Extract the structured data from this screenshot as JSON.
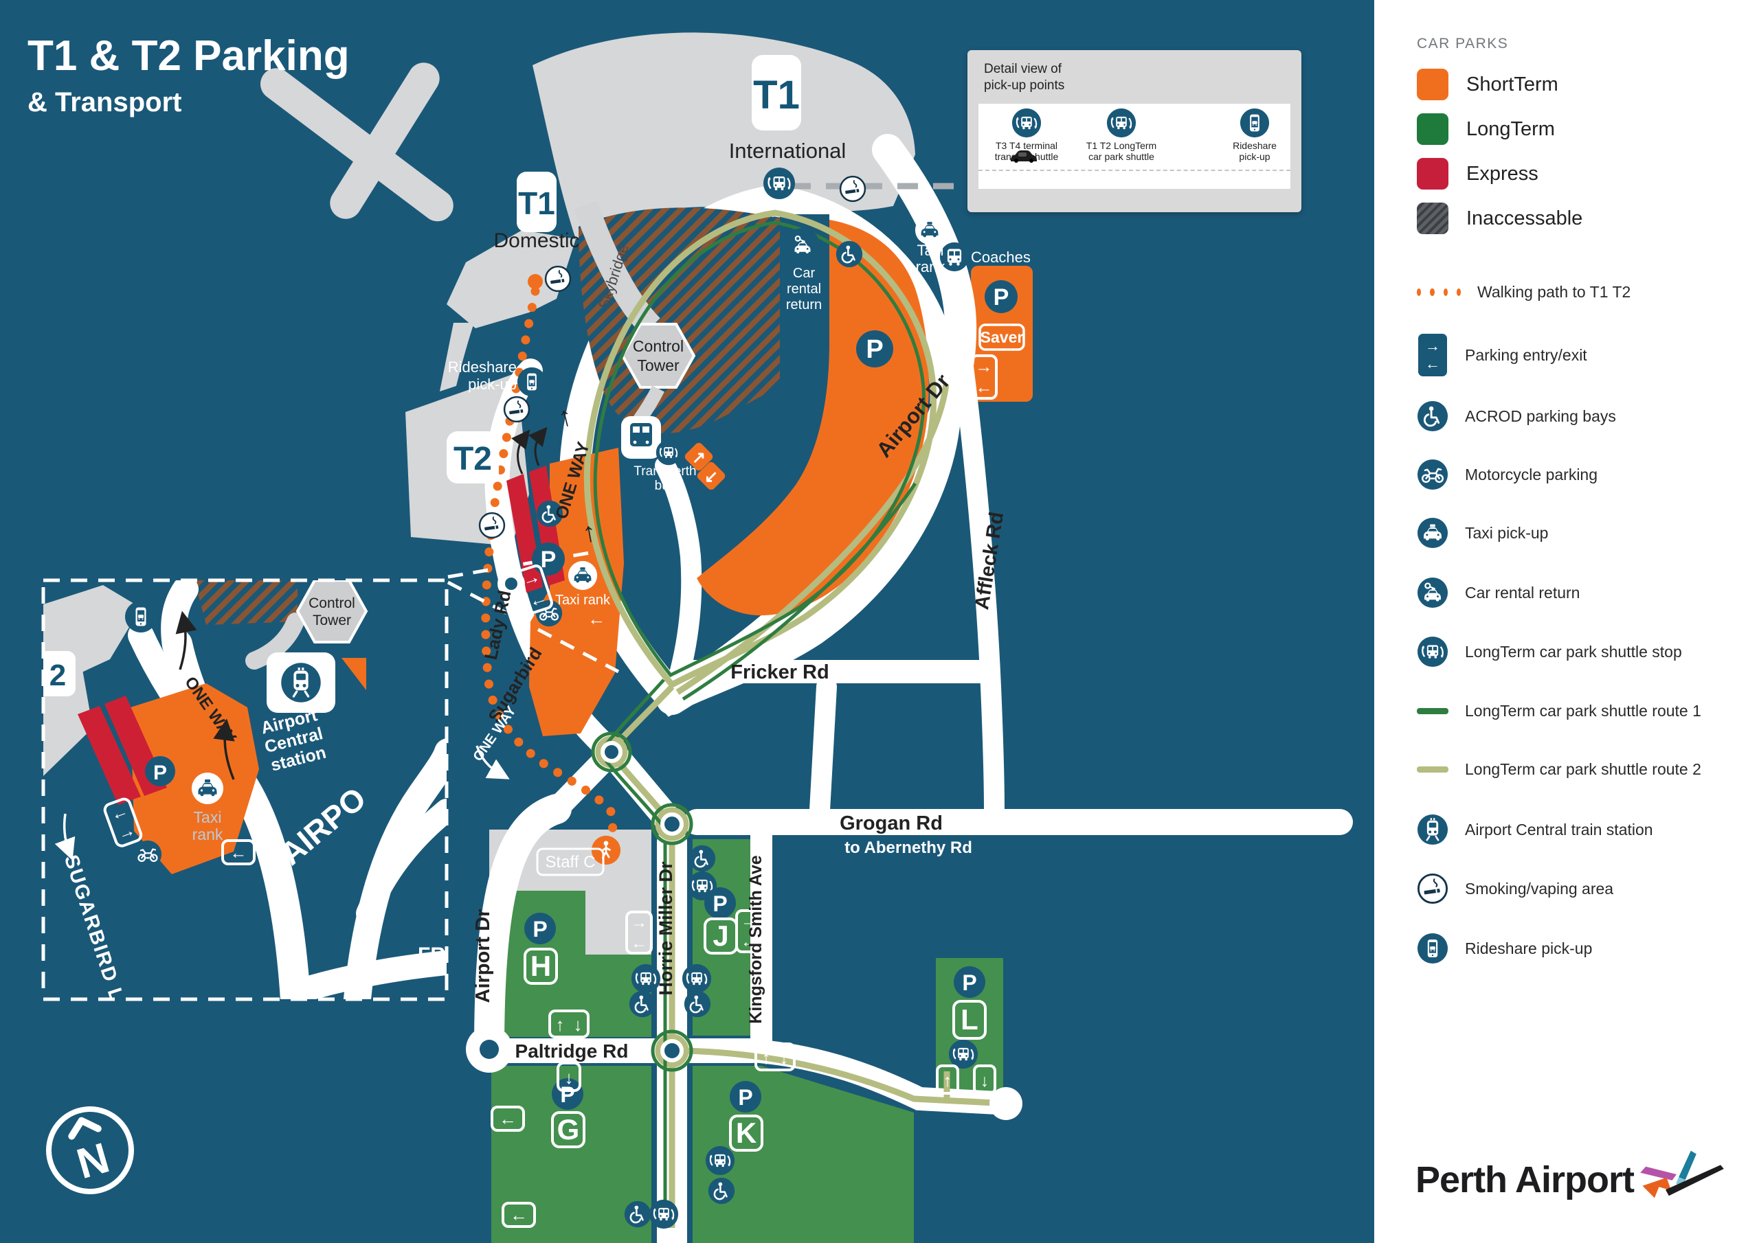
{
  "title": {
    "line1": "T1 & T2 Parking",
    "line2": "& Transport"
  },
  "glyphs": {
    "up": "↑",
    "down": "↓",
    "left": "←",
    "right": "→",
    "up_right": "↗",
    "down_left": "↙"
  },
  "detail_box": {
    "title": [
      "Detail view of",
      "pick-up points"
    ],
    "items": [
      {
        "icon": "shuttle-bus-icon",
        "label": [
          "T3 T4 terminal",
          "transfer shuttle"
        ]
      },
      {
        "icon": "shuttle-bus-icon",
        "label": [
          "T1 T2 LongTerm",
          "car park shuttle"
        ]
      },
      {
        "icon": "rideshare-phone-icon",
        "label": [
          "Rideshare",
          "pick-up"
        ]
      }
    ]
  },
  "legend": {
    "heading": "CAR PARKS",
    "car_parks": [
      {
        "label": "ShortTerm",
        "color": "#F06F1F"
      },
      {
        "label": "LongTerm",
        "color": "#1E7B3C"
      },
      {
        "label": "Express",
        "color": "#C51F3C"
      },
      {
        "label": "Inaccessable",
        "color": "#5D6165"
      }
    ],
    "items": [
      {
        "icon": "walking-path",
        "label": "Walking path to T1 T2",
        "color": "#F06F1F"
      },
      {
        "icon": "parking-entry-exit",
        "label": "Parking entry/exit"
      },
      {
        "icon": "acrod",
        "label": "ACROD parking bays"
      },
      {
        "icon": "motorcycle",
        "label": "Motorcycle parking"
      },
      {
        "icon": "taxi",
        "label": "Taxi pick-up"
      },
      {
        "icon": "car-rental",
        "label": "Car rental return"
      },
      {
        "icon": "shuttle-stop",
        "label": "LongTerm car park shuttle stop"
      },
      {
        "icon": "route-1",
        "label": "LongTerm car park shuttle route 1",
        "color": "#2F7D40"
      },
      {
        "icon": "route-2",
        "label": "LongTerm car park shuttle route 2",
        "color": "#B5BC80"
      },
      {
        "icon": "train",
        "label": "Airport Central train station"
      },
      {
        "icon": "smoking",
        "label": "Smoking/vaping area"
      },
      {
        "icon": "rideshare",
        "label": "Rideshare pick-up"
      }
    ]
  },
  "map": {
    "terminals": {
      "t1_badge": "T1",
      "t1_international": "International",
      "t1_domestic": "Domestic",
      "t2_badge": "T2"
    },
    "roads": {
      "airport_dr": "Airport Dr",
      "airport_dr_w": "Airport Dr",
      "affleck": "Affleck Rd",
      "fricker": "Fricker Rd",
      "grogan": "Grogan Rd",
      "grogan_sub": "to Abernethy Rd",
      "horrie": "Horrie Miller Dr",
      "kingsford": "Kingsford Smith Ave",
      "paltridge": "Paltridge Rd",
      "sugarbird": [
        "Sugarbird",
        "Lady Rd"
      ],
      "one_way": "ONE WAY"
    },
    "labels": {
      "skybridge": "Skybridge",
      "control_tower": [
        "Control",
        "Tower"
      ],
      "car_rental": [
        "Car",
        "rental",
        "return"
      ],
      "transperth": [
        "Transperth",
        "bus"
      ],
      "taxi_rank_2l": [
        "Taxi",
        "rank"
      ],
      "taxi_rank_1l": "Taxi rank",
      "coaches": "Coaches",
      "rideshare": [
        "Rideshare",
        "pick-up"
      ],
      "staff_c": "Staff C",
      "saver": "Saver"
    },
    "parks": {
      "p": "P",
      "h": "H",
      "j": "J",
      "k": "K",
      "g": "G",
      "l": "L"
    },
    "compass": "N"
  },
  "inset": {
    "control_tower": [
      "Control",
      "Tower"
    ],
    "station": [
      "Airport",
      "Central",
      "station"
    ],
    "taxi_rank": [
      "Taxi",
      "rank"
    ],
    "one_way": "ONE WAY",
    "sugarbird_partial": "SUGARBIRD L",
    "airport_dr_partial": "AIRPO",
    "fricker_partial": "FRI",
    "t2_partial": "2"
  },
  "logo": {
    "text": "Perth Airport"
  },
  "colors": {
    "background": "#1A5878",
    "road": "#FFFFFF",
    "terminal_gray": "#D6D7D8",
    "short_term": "#F06F1F",
    "long_term_map": "#44904E",
    "express": "#CE2034",
    "route1": "#2F7D40",
    "route2": "#B5BC80",
    "hatch_brown": "#8A5533",
    "navy_icon": "#1A5878"
  }
}
